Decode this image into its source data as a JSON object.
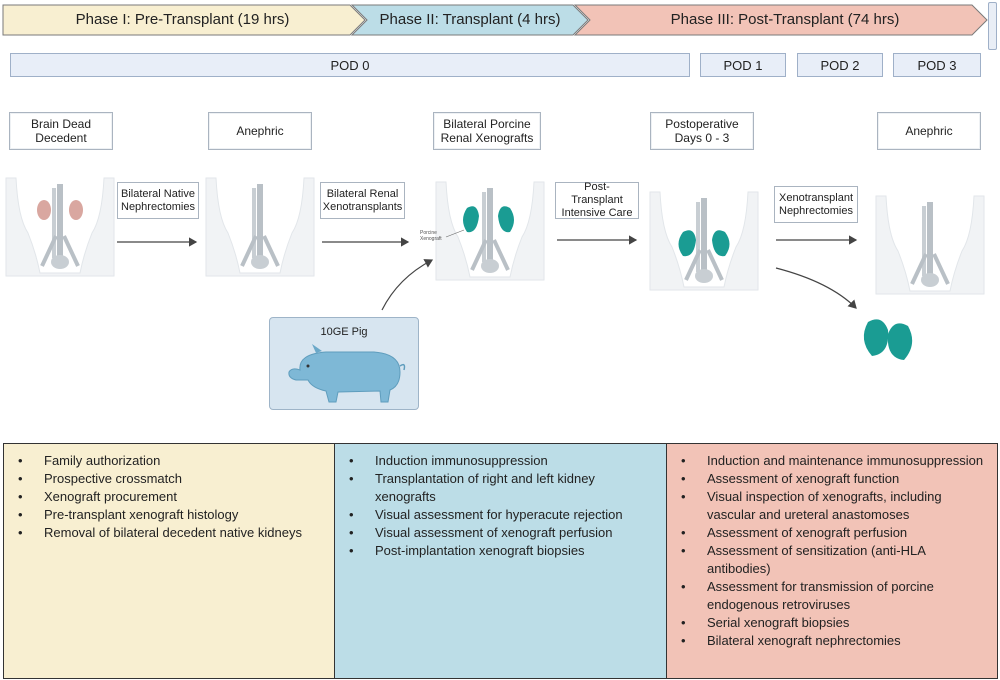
{
  "phases": [
    {
      "label": "Phase I: Pre-Transplant (19 hrs)",
      "color": "#f8efd1"
    },
    {
      "label": "Phase II: Transplant (4 hrs)",
      "color": "#bcdde7"
    },
    {
      "label": "Phase III: Post-Transplant (74 hrs)",
      "color": "#f2c3b7"
    }
  ],
  "pods": [
    "POD 0",
    "POD 1",
    "POD 2",
    "POD 3"
  ],
  "states": [
    "Brain Dead\nDecedent",
    "Anephric",
    "Bilateral Porcine\nRenal Xenografts",
    "Postoperative\nDays 0 - 3",
    "Anephric"
  ],
  "steps": [
    "Bilateral Native\nNephrectomies",
    "Bilateral Renal\nXenotransplants",
    "Post-Transplant\nIntensive Care",
    "Xenotransplant\nNephrectomies"
  ],
  "pig_label": "10GE Pig",
  "xenograft_tag": "Porcine\nXenograft",
  "panels": [
    {
      "color": "#f8efd1",
      "items": [
        "Family authorization",
        "Prospective crossmatch",
        "Xenograft procurement",
        "Pre-transplant xenograft histology",
        "Removal of bilateral decedent native kidneys"
      ]
    },
    {
      "color": "#bcdde7",
      "items": [
        "Induction immunosuppression",
        "Transplantation of right and left kidney xenografts",
        "Visual assessment for hyperacute rejection",
        "Visual assessment of xenograft perfusion",
        "Post-implantation xenograft biopsies"
      ]
    },
    {
      "color": "#f2c3b7",
      "items": [
        "Induction and maintenance immunosuppression",
        "Assessment of xenograft function",
        "Visual inspection of xenografts, including vascular and ureteral anastomoses",
        "Assessment of xenograft perfusion",
        "Assessment of sensitization (anti-HLA antibodies)",
        "Assessment for transmission of porcine endogenous retroviruses",
        "Serial xenograft biopsies",
        "Bilateral xenograft nephrectomies"
      ]
    }
  ],
  "colors": {
    "native_kidney": "#d9a7a0",
    "xenograft": "#1a9c93",
    "vessel": "#b9c0c6",
    "torso": "#f1f3f5"
  }
}
